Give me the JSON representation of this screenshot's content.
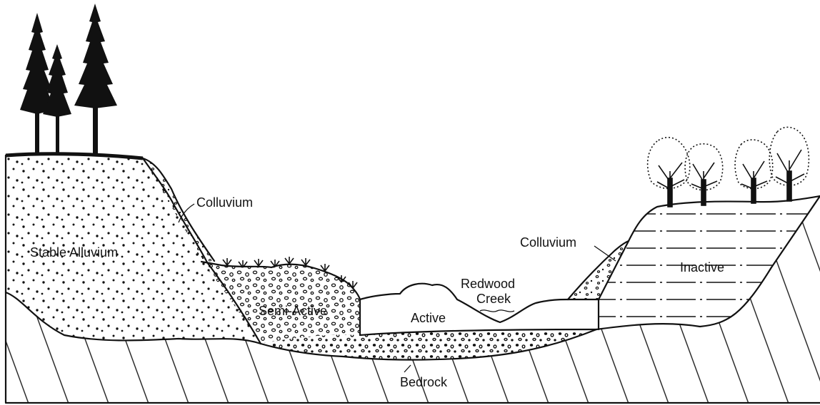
{
  "labels": {
    "colluvium_left": "Colluvium",
    "stable_alluvium": "Stable Alluvium",
    "semi_active": "Semi-Active",
    "active": "Active",
    "redwood_creek_line1": "Redwood",
    "redwood_creek_line2": "Creek",
    "colluvium_right": "Colluvium",
    "inactive": "Inactive",
    "bedrock": "Bedrock"
  },
  "colors": {
    "ink": "#111111",
    "background": "#ffffff"
  },
  "icons": {
    "conifer": "conifer-tree-icon",
    "deciduous": "deciduous-tree-icon",
    "shrub": "shrub-icon"
  }
}
